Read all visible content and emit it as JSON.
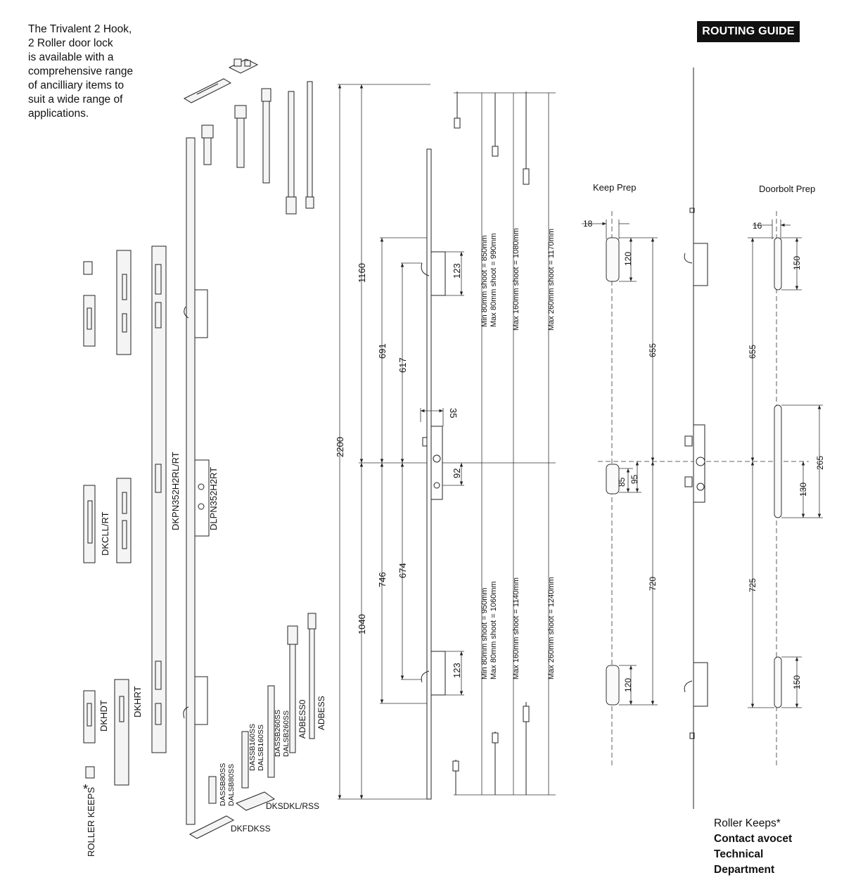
{
  "intro_text": "The Trivalent 2 Hook,\n2 Roller door lock\nis available with a\ncomprehensive range\nof ancilliary items to\nsuit a wide range of\napplications.",
  "badge": "ROUTING GUIDE",
  "roller_note": {
    "title": "Roller Keeps*",
    "line1": "Contact avocet",
    "line2": "Technical",
    "line3": "Department"
  },
  "part_labels": {
    "roller_keeps": "ROLLER KEEPS",
    "asterisk": "*",
    "dkcll": "DKCLL/RT",
    "dkhdt": "DKHDT",
    "dkhrt": "DKHRT",
    "dkpn": "DKPN352H2RL/RT",
    "dlpn": "DLPN352H2RT",
    "dassb80": "DASSB80SS",
    "dalsb80": "DALSB80SS",
    "dassb160": "DASSB160SS",
    "dalsb160": "DALSB160SS",
    "dassb260": "DASSB260SS",
    "dalsb260": "DALSB260SS",
    "adbess0": "ADBESS0",
    "adbess": "ADBESS",
    "dksdkl": "DKSDKL/RSS",
    "dkfdkss": "DKFDKSS"
  },
  "dimensions": {
    "overall": "2200",
    "upper": "1160",
    "lower": "1040",
    "d691": "691",
    "d617": "617",
    "d746": "746",
    "d674": "674",
    "hook_up": "123",
    "hook_down": "123",
    "backset": "35",
    "centres": "92"
  },
  "shoot_notes": {
    "upper_min": "Min 80mm shoot = 850mm",
    "upper_max80": "Max 80mm shoot = 990mm",
    "upper_max160": "Max 160mm shoot = 1080mm",
    "upper_max260": "Max 260mm shoot = 1170mm",
    "lower_min": "Min 80mm shoot = 950mm",
    "lower_max80": "Max 80mm shoot = 1060mm",
    "lower_max160": "Max 160mm shoot = 1140mm",
    "lower_max260": "Max 260mm shoot = 1240mm"
  },
  "keep_prep": {
    "title": "Keep Prep",
    "width": "18",
    "top_keep": "120",
    "upper_span": "655",
    "centre_outer": "95",
    "centre_inner": "85",
    "lower_span": "720",
    "bottom_keep": "120"
  },
  "doorbolt_prep": {
    "title": "Doorbolt Prep",
    "width": "16",
    "top_slot": "150",
    "upper_span": "655",
    "centre_outer": "265",
    "centre_inner": "130",
    "lower_span": "725",
    "bottom_slot": "150"
  }
}
